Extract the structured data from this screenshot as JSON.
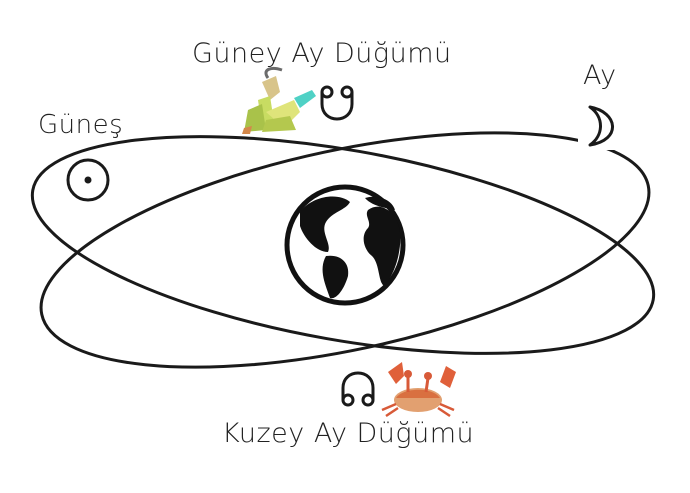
{
  "labels": {
    "south_node": "Güney Ay Düğümü",
    "north_node": "Kuzey Ay Düğümü",
    "sun": "Güneş",
    "moon": "Ay"
  },
  "icons": {
    "sun": "sun-symbol-icon",
    "moon": "crescent-moon-icon",
    "earth": "globe-icon",
    "south_node": "south-node-symbol-icon",
    "north_node": "north-node-symbol-icon",
    "capricorn": "capricorn-sea-goat-icon",
    "cancer": "cancer-crab-icon"
  },
  "colors": {
    "stroke": "#1a1a1a",
    "crab": "#e0603a",
    "goat": "#c9d65a",
    "goat_tail": "#4fd1c5"
  }
}
